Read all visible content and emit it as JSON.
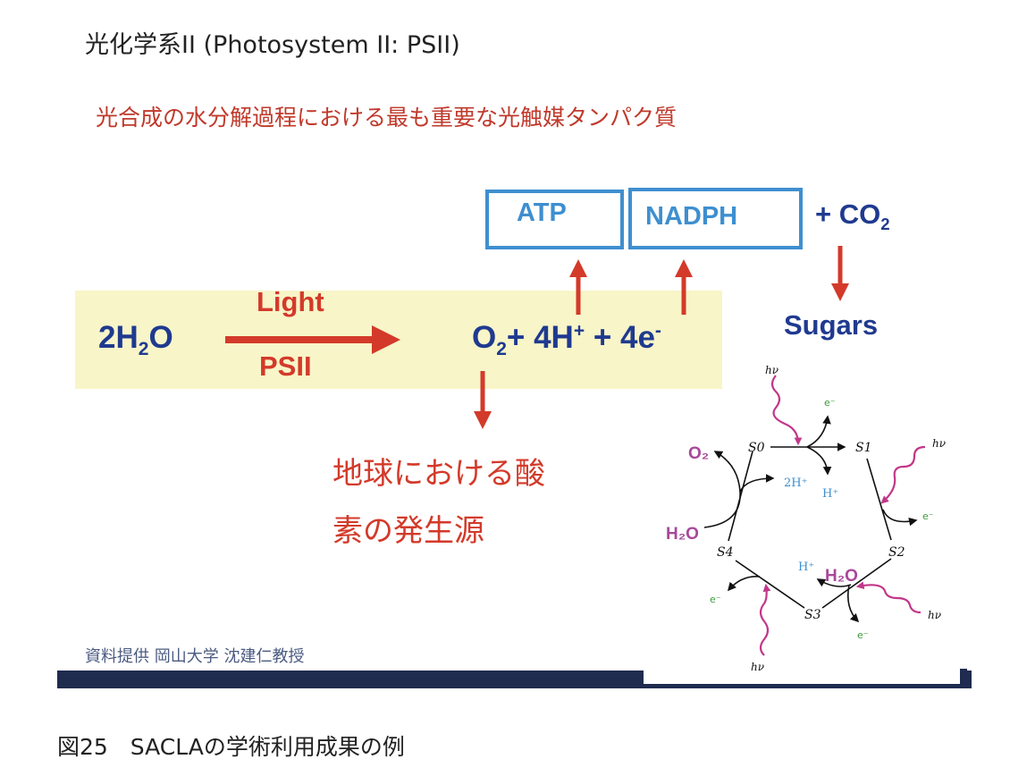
{
  "title": "光化学系II (Photosystem II: PSII)",
  "subtitle": "光合成の水分解過程における最も重要な光触媒タンパク質",
  "boxes": {
    "atp": "ATP",
    "nadph": "NADPH"
  },
  "co2": {
    "prefix": "+ CO",
    "sub": "2"
  },
  "sugars": "Sugars",
  "reaction": {
    "reactant_a": "2H",
    "reactant_sub": "2",
    "reactant_b": "O",
    "light": "Light",
    "psii": "PSII",
    "product_a": "O",
    "product_sub": "2",
    "product_b": "+ 4H",
    "product_sup": "+",
    "product_c": " + 4e",
    "product_sup2": "-"
  },
  "oxygen_note": {
    "line1": "地球における酸",
    "line2": "素の発生源"
  },
  "cycle": {
    "states": [
      "S0",
      "S1",
      "S2",
      "S3",
      "S4"
    ],
    "hv": "hν",
    "electron": "e⁻",
    "o2": "O₂",
    "h2o": "H₂O",
    "two_h": "2H⁺",
    "h": "H⁺"
  },
  "credit": "資料提供 岡山大学 沈建仁教授",
  "caption": "図25　SACLAの学術利用成果の例",
  "colors": {
    "red": "#d33a2a",
    "blue": "#1f3a8f",
    "box": "#3e8fd0",
    "band": "#f8f5c8",
    "bar": "#1f2b4f",
    "magenta": "#c2378a"
  }
}
